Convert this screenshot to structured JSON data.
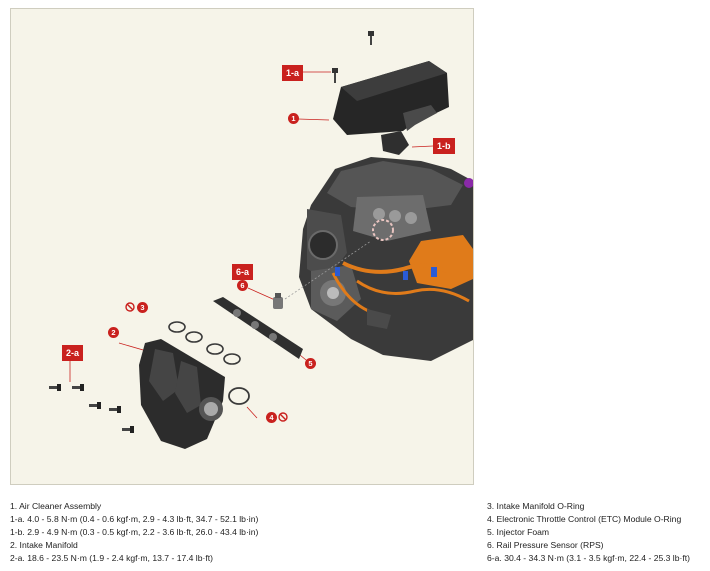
{
  "callouts": {
    "c1a": "1-a",
    "c1": "1",
    "c1b": "1-b",
    "c6a": "6-a",
    "c6": "6",
    "c3": "3",
    "c2": "2",
    "c2a": "2-a",
    "c5": "5",
    "c4": "4"
  },
  "legend_left": [
    "1. Air Cleaner Assembly",
    "1-a. 4.0 - 5.8 N·m (0.4 - 0.6 kgf·m, 2.9 - 4.3 lb·ft, 34.7 - 52.1 lb·in)",
    "1-b. 2.9 - 4.9 N·m (0.3 - 0.5 kgf·m, 2.2 - 3.6 lb·ft, 26.0 - 43.4 lb·in)",
    "2. Intake Manifold",
    "2-a. 18.6 - 23.5 N·m (1.9 - 2.4 kgf·m, 13.7 - 17.4 lb·ft)"
  ],
  "legend_right": [
    "3. Intake Manifold O-Ring",
    "4. Electronic Throttle Control (ETC) Module O-Ring",
    "5. Injector Foam",
    "6. Rail Pressure Sensor (RPS)",
    "6-a. 30.4 - 34.3 N·m (3.1 - 3.5 kgf·m, 22.4 - 25.3 lb·ft)"
  ],
  "colors": {
    "callout": "#c9211e",
    "background": "#f6f4e9",
    "engine_orange": "#e07b1a"
  }
}
